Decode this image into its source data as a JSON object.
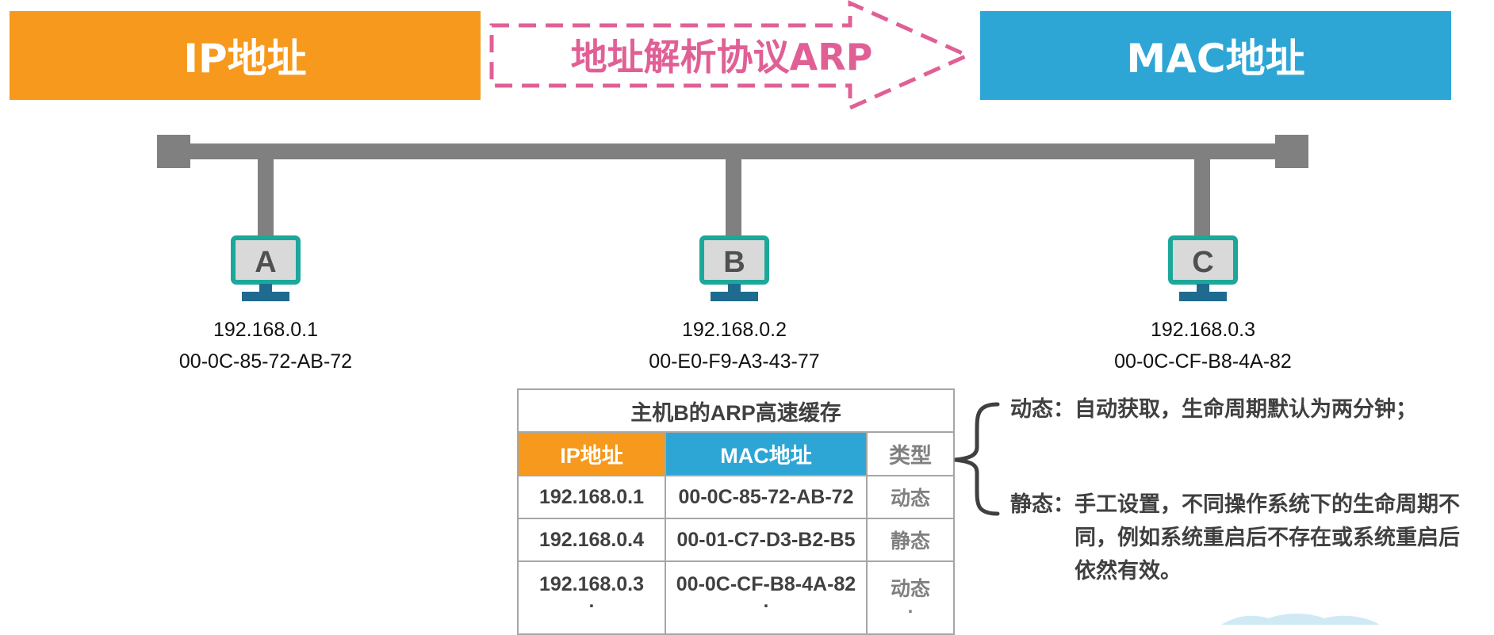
{
  "banners": {
    "ip": "IP地址",
    "arp": "地址解析协议ARP",
    "mac": "MAC地址"
  },
  "colors": {
    "ip_orange": "#f7991c",
    "mac_blue": "#2ea6d5",
    "arp_pink": "#e06096",
    "bus_gray": "#808080",
    "monitor_teal": "#1ba89a",
    "monitor_base": "#1f6b8f"
  },
  "hosts": [
    {
      "label": "A",
      "ip": "192.168.0.1",
      "mac": "00-0C-85-72-AB-72"
    },
    {
      "label": "B",
      "ip": "192.168.0.2",
      "mac": "00-E0-F9-A3-43-77"
    },
    {
      "label": "C",
      "ip": "192.168.0.3",
      "mac": "00-0C-CF-B8-4A-82"
    }
  ],
  "arp_cache": {
    "title": "主机B的ARP高速缓存",
    "headers": {
      "ip": "IP地址",
      "mac": "MAC地址",
      "type": "类型"
    },
    "rows": [
      {
        "ip": "192.168.0.1",
        "mac": "00-0C-85-72-AB-72",
        "type": "动态"
      },
      {
        "ip": "192.168.0.4",
        "mac": "00-01-C7-D3-B2-B5",
        "type": "静态"
      },
      {
        "ip": "192.168.0.3",
        "mac": "00-0C-CF-B8-4A-82",
        "type": "动态"
      }
    ],
    "continuation": "."
  },
  "notes": {
    "dynamic_key": "动态：",
    "dynamic_text": "自动获取，生命周期默认为两分钟；",
    "static_key": "静态：",
    "static_text": "手工设置，不同操作系统下的生命周期不同，例如系统重启后不存在或系统重启后依然有效。"
  },
  "icons": {
    "bus": "network-bus-icon",
    "computer": "computer-monitor-icon",
    "brace": "curly-brace-icon"
  }
}
